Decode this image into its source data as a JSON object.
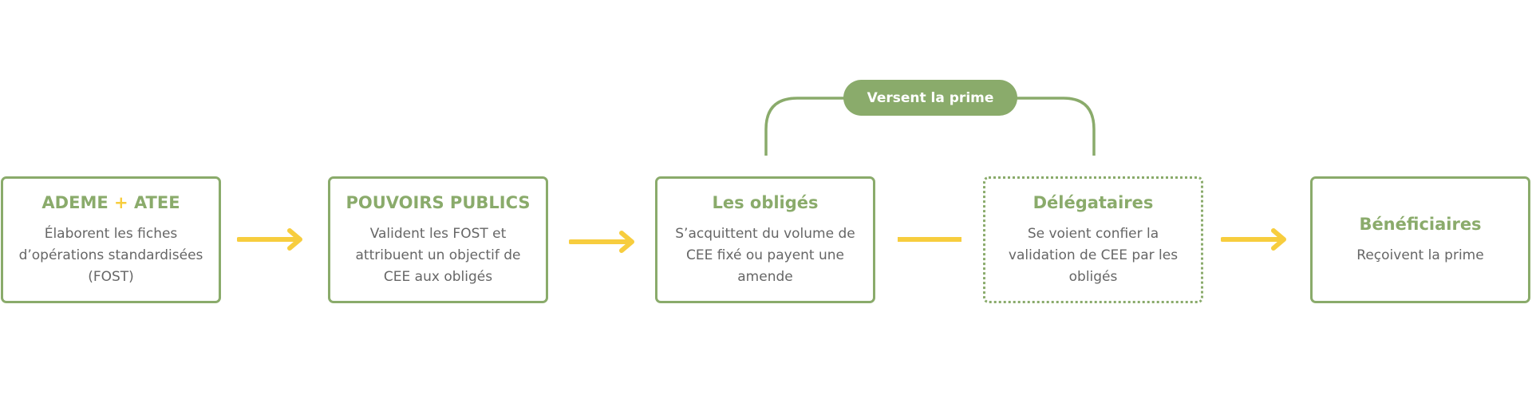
{
  "colors": {
    "green": "#8aab6b",
    "yellow": "#f7cd3e",
    "text_gray": "#666666"
  },
  "steps": [
    {
      "title_part1": "ADEME",
      "title_plus": "+",
      "title_part2": "ATEE",
      "description": "Élaborent les fiches d’opérations standardisées (FOST)"
    },
    {
      "title": "POUVOIRS PUBLICS",
      "description": "Valident les FOST et attribuent un objectif de CEE aux obligés"
    },
    {
      "title": "Les obligés",
      "description": "S’acquittent du volume de CEE fixé ou payent une amende"
    },
    {
      "title": "Délégataires",
      "description": "Se voient confier la validation de CEE par les obligés"
    },
    {
      "title": "Bénéficiaires",
      "description": "Reçoivent la prime"
    }
  ],
  "bracket_label": "Versent la prime",
  "connectors": [
    "arrow",
    "arrow",
    "line",
    "arrow"
  ]
}
